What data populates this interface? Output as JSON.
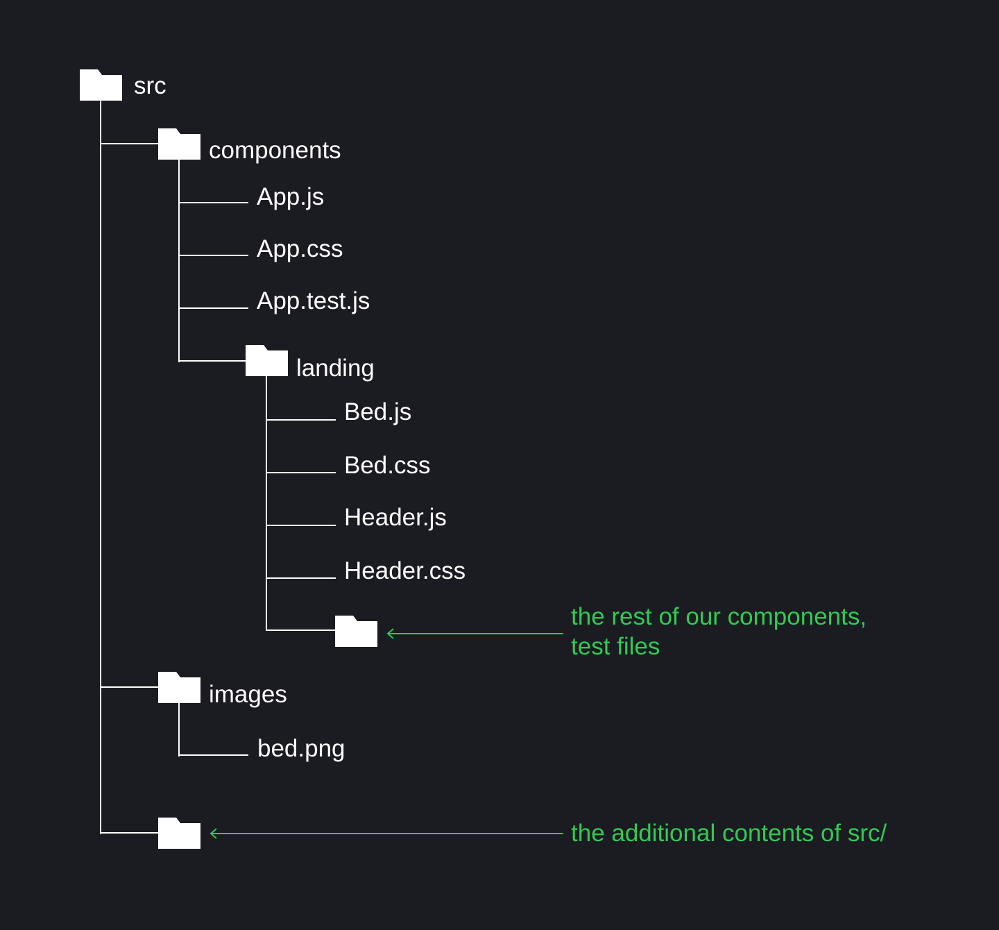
{
  "tree": {
    "root": "src",
    "components": {
      "name": "components",
      "files": [
        "App.js",
        "App.css",
        "App.test.js"
      ],
      "landing": {
        "name": "landing",
        "files": [
          "Bed.js",
          "Bed.css",
          "Header.js",
          "Header.css"
        ]
      }
    },
    "images": {
      "name": "images",
      "files": [
        "bed.png"
      ]
    }
  },
  "annotations": {
    "rest_components": {
      "lines": [
        "the rest of our components,",
        "test files"
      ]
    },
    "additional_src": {
      "text": "the additional contents of src/"
    }
  },
  "colors": {
    "background": "#1b1b22",
    "tree": "#ffffff",
    "annotation": "#2ecc52"
  },
  "icons": {
    "folder": "folder-icon",
    "arrow": "arrow-left-icon"
  }
}
